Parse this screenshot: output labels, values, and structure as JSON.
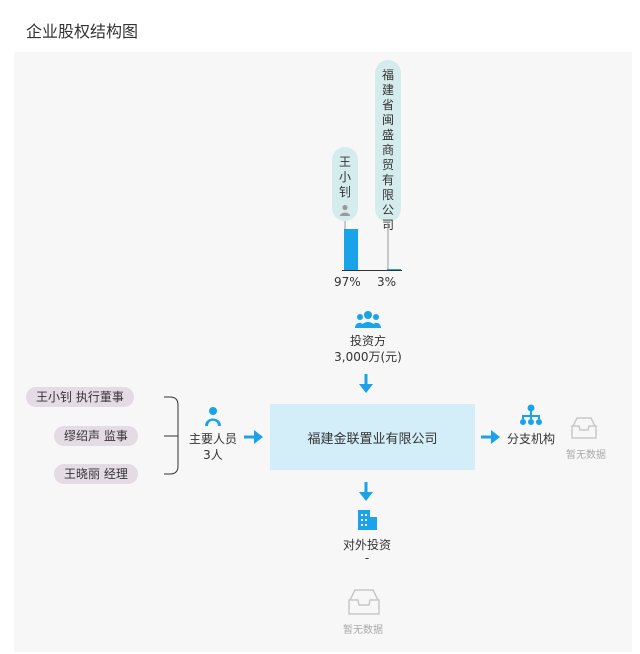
{
  "page_title": "企业股权结构图",
  "shareholders": [
    {
      "name": "王小钊",
      "percent": "97%",
      "ratio": 0.97,
      "icon": "person-icon"
    },
    {
      "name": "福建省闽盛商贸有限公司",
      "percent": "3%",
      "ratio": 0.03
    }
  ],
  "investors": {
    "icon": "group-icon",
    "label": "投资方",
    "amount": "3,000万(元)"
  },
  "company": {
    "name": "福建金联置业有限公司"
  },
  "personnel": {
    "icon": "person-icon",
    "label": "主要人员",
    "count": "3人",
    "items": [
      {
        "text": "王小钊 执行董事"
      },
      {
        "text": "缪绍声 监事"
      },
      {
        "text": "王晓丽 经理"
      }
    ]
  },
  "branches": {
    "icon": "org-chart-icon",
    "label": "分支机构",
    "empty": "暂无数据"
  },
  "outbound": {
    "icon": "building-icon",
    "label": "对外投资",
    "value": "-",
    "empty": "暂无数据"
  },
  "colors": {
    "accent": "#1aa3e8",
    "company_fill": "#d4eef9",
    "shareholder_pill": "#d5ecec",
    "person_pill": "#e5dbe5",
    "empty_gray": "#aaaaaa"
  }
}
